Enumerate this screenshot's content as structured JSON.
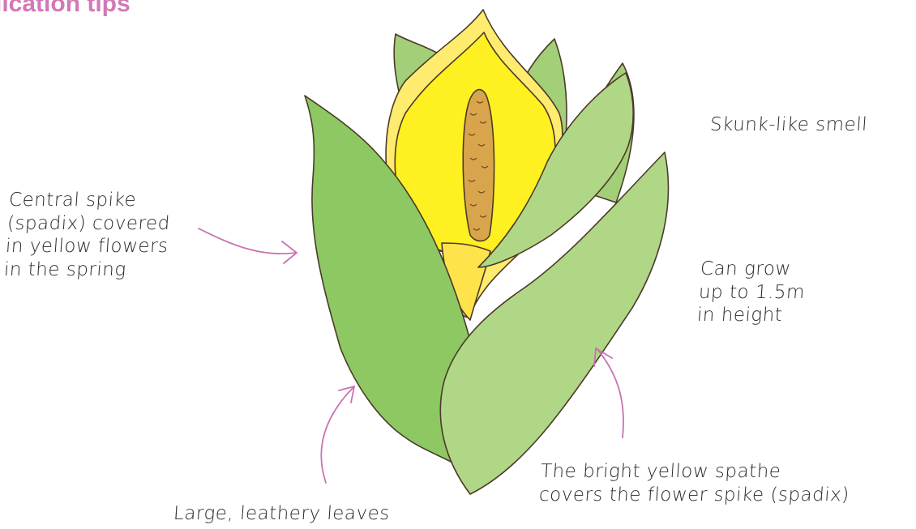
{
  "title": "lication tips",
  "colors": {
    "title": "#d279b5",
    "arrow": "#c873b0",
    "leaf_dark": "#8dc862",
    "leaf_light": "#b0d785",
    "leaf_mid": "#a2cf78",
    "spathe": "#fff021",
    "spathe_light": "#ffec6e",
    "spadix": "#d9a54c",
    "outline": "#4a3a2a"
  },
  "labels": {
    "spadix": [
      "Central spike",
      "(spadix) covered",
      "in yellow flowers",
      "in the spring"
    ],
    "smell": "Skunk-like smell",
    "height": [
      "Can grow",
      "up to 1.5m",
      "in height"
    ],
    "leaves": "Large, leathery leaves",
    "spathe": [
      "The bright yellow spathe",
      "covers the flower spike (spadix)"
    ]
  }
}
